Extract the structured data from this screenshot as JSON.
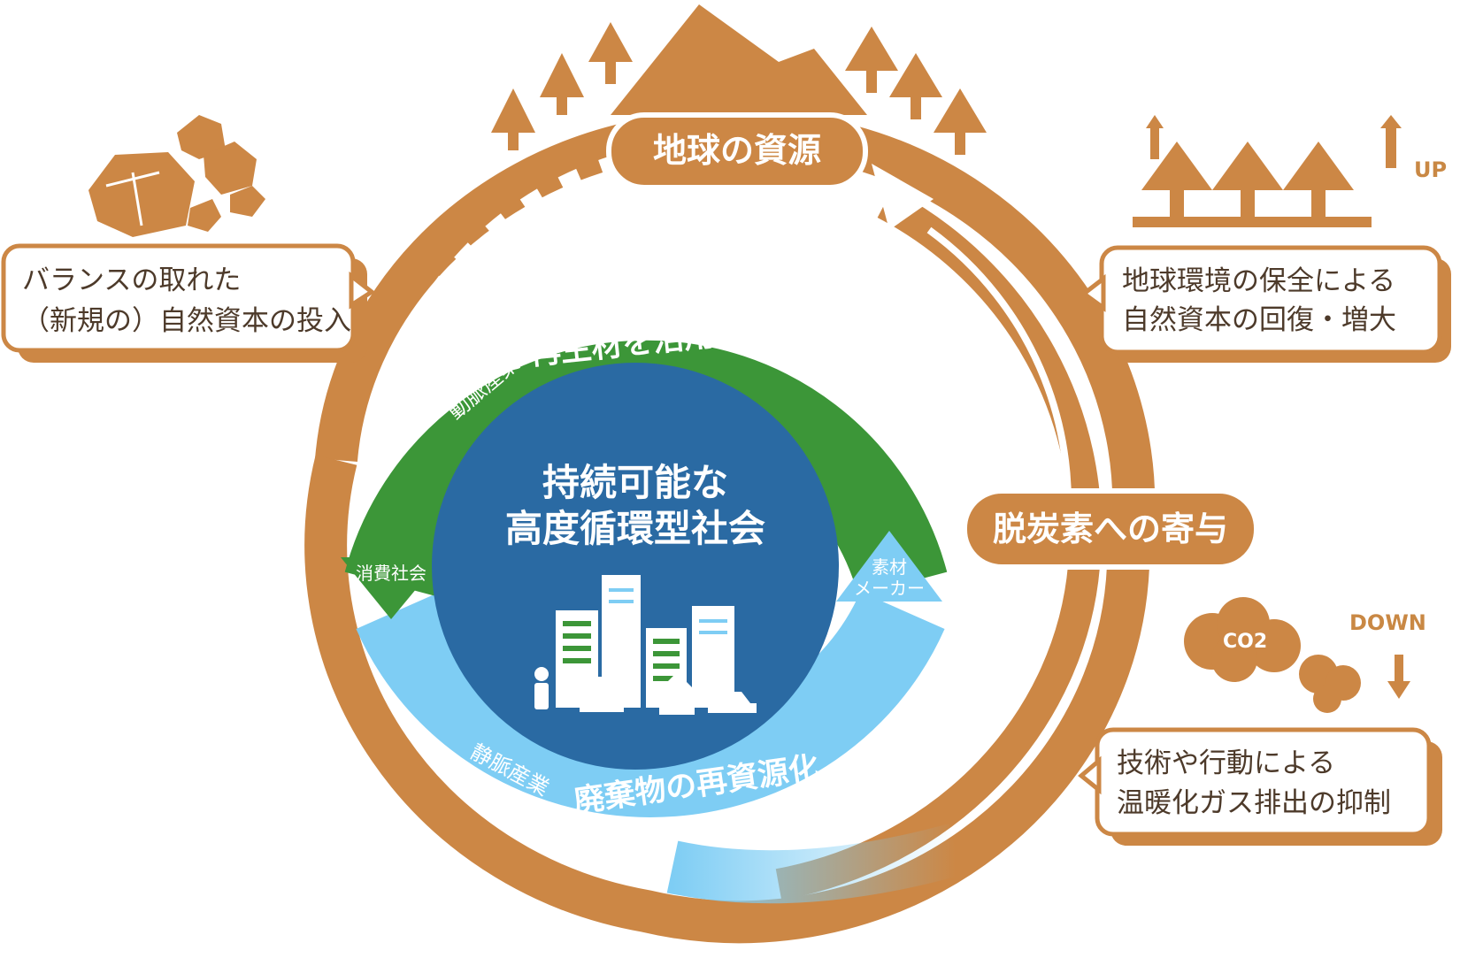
{
  "diagram": {
    "top_label": "地球の資源",
    "left_box": {
      "line1": "バランスの取れた",
      "line2": "（新規の）自然資本の投入"
    },
    "right_top_box": {
      "line1": "地球環境の保全による",
      "line2": "自然資本の回復・増大"
    },
    "right_pill": "脱炭素への寄与",
    "right_bottom_box": {
      "line1": "技術や行動による",
      "line2": "温暖化ガス排出の抑制"
    },
    "up_label": "UP",
    "down_label": "DOWN",
    "co2_label": "CO2",
    "center": {
      "line1": "持続可能な",
      "line2": "高度循環型社会"
    },
    "green_ring": {
      "prefix": "動脈産業",
      "text": "再生材を活用した生産"
    },
    "blue_ring": {
      "prefix": "静脈産業",
      "text": "廃棄物の再資源化"
    },
    "consumer_label": "消費社会",
    "material_maker": {
      "line1": "素材",
      "line2": "メーカー"
    },
    "colors": {
      "orange": "#cc8745",
      "green": "#3c9638",
      "blue_light": "#7ecdf4",
      "blue_dark": "#2a6aa3",
      "text_dark": "#4d3a2a"
    }
  }
}
